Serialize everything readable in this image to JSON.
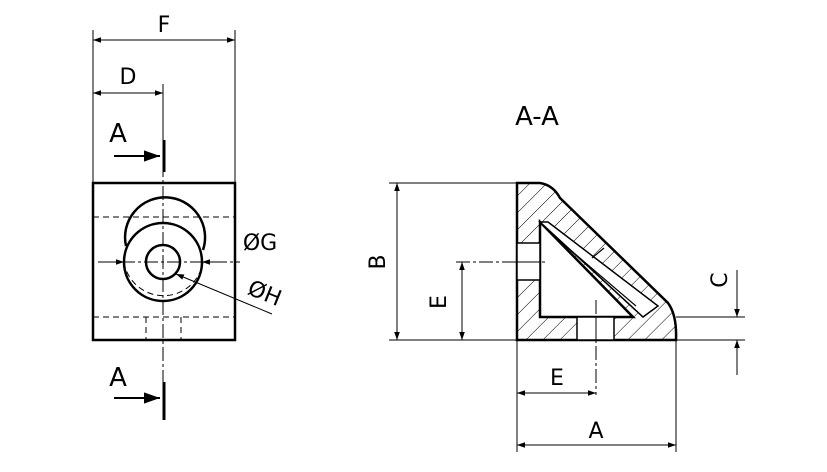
{
  "front_view": {
    "dims": {
      "F": "F",
      "D": "D",
      "G": "ØG",
      "H": "ØH"
    },
    "section_marker_top": "A",
    "section_marker_bottom": "A"
  },
  "section_view": {
    "title": "A-A",
    "dims": {
      "B": "B",
      "E_vertical": "E",
      "C": "C",
      "E_horizontal": "E",
      "A": "A"
    }
  }
}
